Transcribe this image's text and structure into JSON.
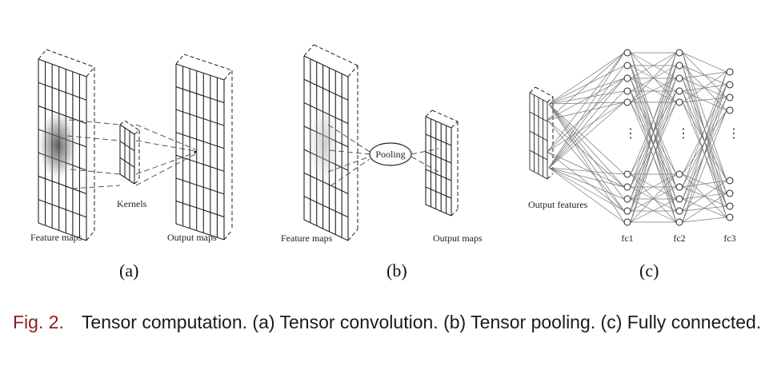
{
  "panels": {
    "a": {
      "sublabel": "(a)",
      "left_label": "Feature maps",
      "kernel_label": "Kernels",
      "right_label": "Output maps"
    },
    "b": {
      "sublabel": "(b)",
      "left_label": "Feature maps",
      "pool_label": "Pooling",
      "right_label": "Output maps"
    },
    "c": {
      "sublabel": "(c)",
      "input_label": "Output features",
      "layers": [
        "fc1",
        "fc2",
        "fc3"
      ],
      "dots": "⋮"
    }
  },
  "caption": {
    "fig_num": "Fig. 2.",
    "text": "Tensor computation. (a) Tensor convolution. (b) Tensor pooling. (c) Fully connected."
  },
  "colors": {
    "caption_accent": "#8a1d1d",
    "line": "#222222",
    "connection": "#777777"
  }
}
